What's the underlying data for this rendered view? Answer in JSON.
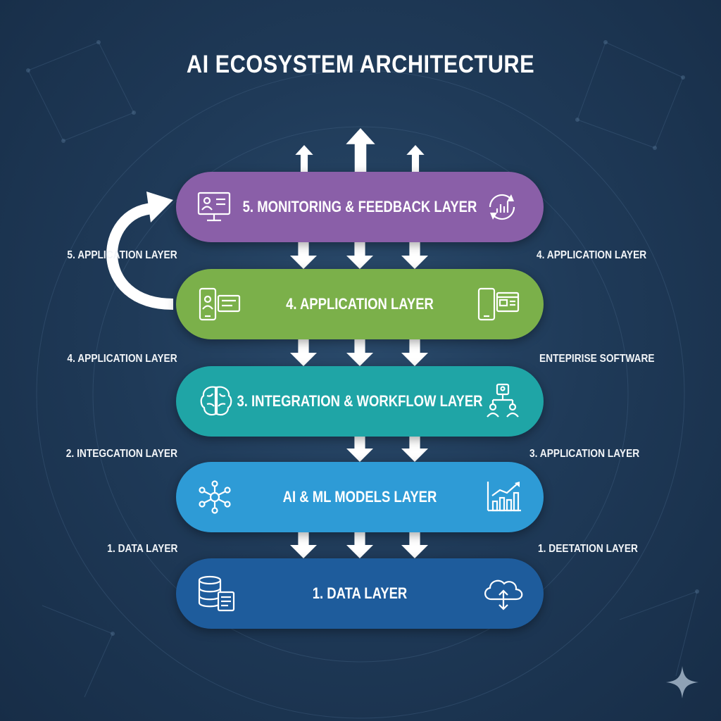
{
  "title": "AI ECOSYSTEM ARCHITECTURE",
  "layers": [
    {
      "label": "5. MONITORING & FEEDBACK LAYER",
      "color": "#8a5fa8",
      "left_icon": "monitor-user-icon",
      "right_icon": "refresh-chart-icon"
    },
    {
      "label": "4. APPLICATION LAYER",
      "color": "#7bb04a",
      "left_icon": "mobile-card-icon",
      "right_icon": "phone-browser-icon"
    },
    {
      "label": "3. INTEGRATION & WORKFLOW LAYER",
      "color": "#1fa5a6",
      "left_icon": "brain-icon",
      "right_icon": "workflow-users-icon"
    },
    {
      "label": "AI & ML MODELS LAYER",
      "color": "#2e9bd6",
      "left_icon": "network-nodes-icon",
      "right_icon": "growth-chart-icon"
    },
    {
      "label": "1. DATA LAYER",
      "color": "#1e5c9c",
      "left_icon": "database-document-icon",
      "right_icon": "cloud-sync-icon"
    }
  ],
  "side_labels": {
    "left": [
      "5. APPLICATION LAYER",
      "4. APPLICATION LAYER",
      "2. INTEGCATION LAYER",
      "1. DATA LAYER"
    ],
    "right": [
      "4. APPLICATION LAYER",
      "ENTEPIRISE SOFTWARE",
      "3. APPLICATION LAYER",
      "1. DEETATION LAYER"
    ]
  },
  "decorations": {
    "feedback_arrow": "curved-arrow-icon",
    "corner_mark": "sparkle-icon"
  }
}
